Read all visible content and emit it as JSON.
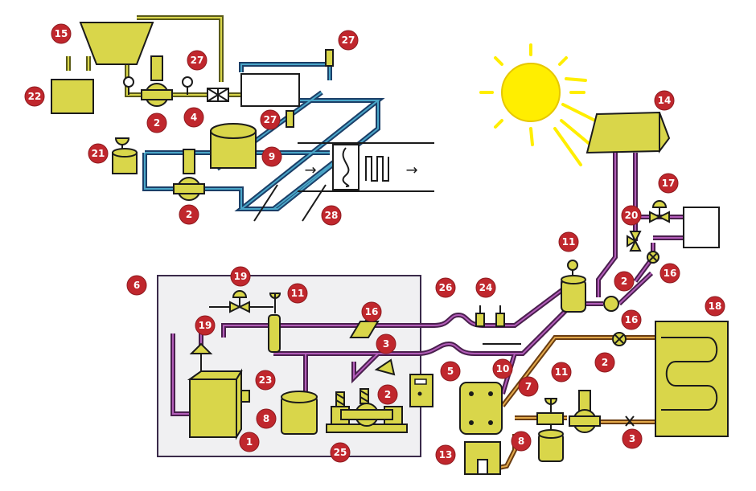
{
  "labels": {
    "n1": "1",
    "n2a": "2",
    "n2b": "2",
    "n2c": "2",
    "n2d": "2",
    "n2e": "2",
    "n3a": "3",
    "n3b": "3",
    "n4": "4",
    "n5": "5",
    "n6": "6",
    "n7": "7",
    "n8a": "8",
    "n8b": "8",
    "n9": "9",
    "n10": "10",
    "n11a": "11",
    "n11b": "11",
    "n11c": "11",
    "n13": "13",
    "n14": "14",
    "n15": "15",
    "n16a": "16",
    "n16b": "16",
    "n16c": "16",
    "n17": "17",
    "n18": "18",
    "n19a": "19",
    "n19b": "19",
    "n20": "20",
    "n21": "21",
    "n22": "22",
    "n23": "23",
    "n24": "24",
    "n25": "25",
    "n26": "26",
    "n27a": "27",
    "n27b": "27",
    "n27c": "27",
    "n28": "28"
  },
  "colors": {
    "equipment": "#d9d64a",
    "badge": "#c0272d",
    "sun": "#ffee00",
    "room": "#f0f0f2",
    "cold_pipe": "#1b3f68",
    "hot_pipe": "#4a1f4e"
  },
  "arrows": {
    "left": "→",
    "right": "→"
  }
}
